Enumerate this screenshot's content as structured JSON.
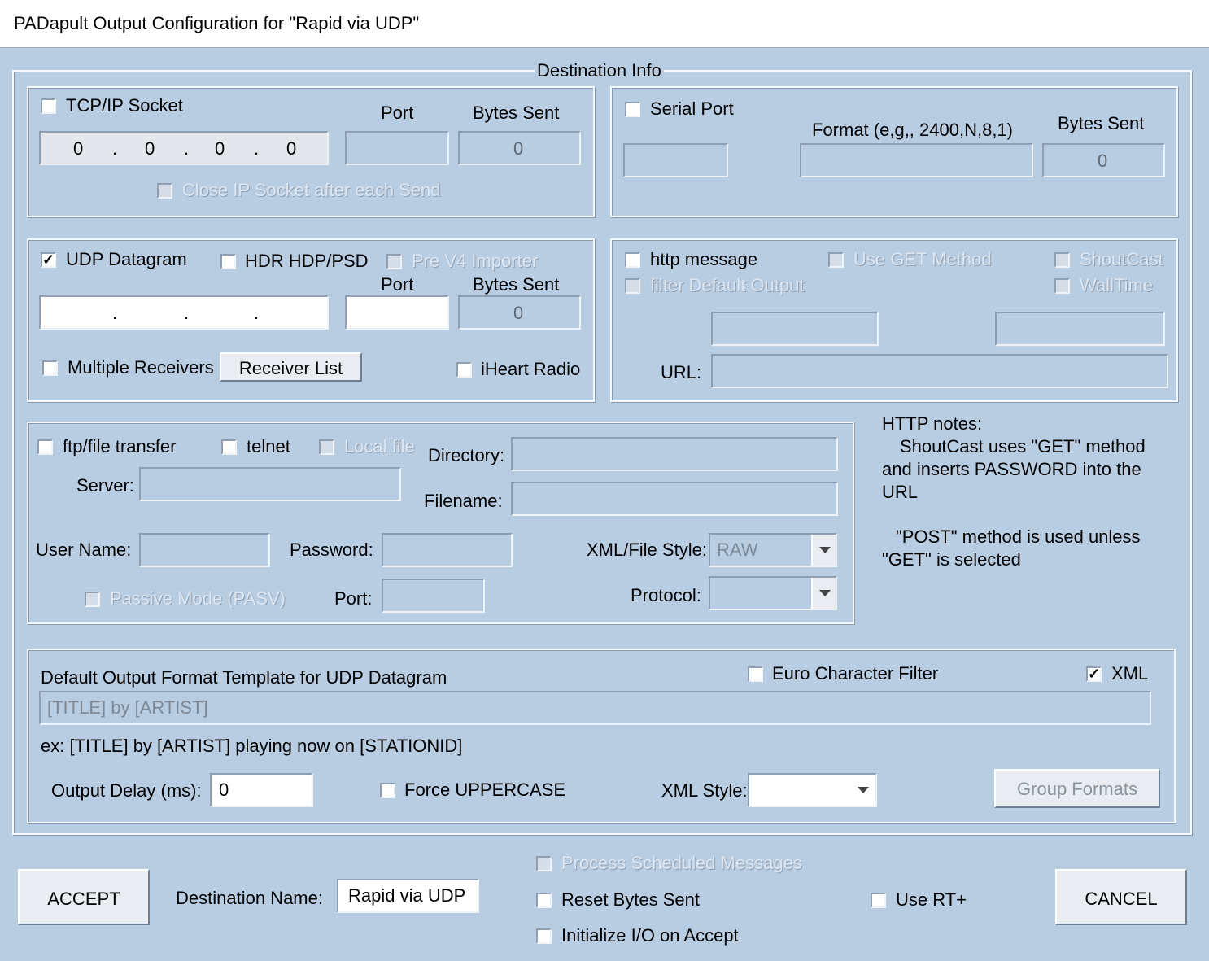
{
  "window": {
    "title": "PADapult Output Configuration for \"Rapid via UDP\""
  },
  "destination_info": {
    "legend": "Destination Info"
  },
  "tcp": {
    "checkbox_label": "TCP/IP Socket",
    "checked": false,
    "ip_octets": [
      "0",
      "0",
      "0",
      "0"
    ],
    "port_label": "Port",
    "bytes_sent_label": "Bytes Sent",
    "bytes_sent": "0",
    "close_label": "Close IP Socket after each Send"
  },
  "serial": {
    "checkbox_label": "Serial Port",
    "format_label": "Format (e,g,, 2400,N,8,1)",
    "bytes_sent_label": "Bytes Sent",
    "bytes_sent": "0"
  },
  "udp": {
    "checkbox_label": "UDP Datagram",
    "checked": true,
    "hdr_label": "HDR HDP/PSD",
    "pre_v4_label": "Pre V4 Importer",
    "port_label": "Port",
    "bytes_sent_label": "Bytes Sent",
    "bytes_sent": "0",
    "ip_dots": [
      ".",
      ".",
      "."
    ],
    "multiple_receivers_label": "Multiple Receivers",
    "receiver_list_button": "Receiver List",
    "iheart_label": "iHeart Radio"
  },
  "http": {
    "checkbox_label": "http message",
    "use_get_label": "Use GET Method",
    "shoutcast_label": "ShoutCast",
    "filter_label": "filter Default Output",
    "walltime_label": "WallTime",
    "url_label": "URL:"
  },
  "ftp": {
    "ftp_label": "ftp/file transfer",
    "telnet_label": "telnet",
    "local_file_label": "Local file",
    "directory_label": "Directory:",
    "server_label": "Server:",
    "filename_label": "Filename:",
    "username_label": "User Name:",
    "password_label": "Password:",
    "xml_file_style_label": "XML/File Style:",
    "xml_file_style_value": "RAW",
    "passive_label": "Passive Mode (PASV)",
    "port_label": "Port:",
    "protocol_label": "Protocol:"
  },
  "http_notes": {
    "title": "HTTP notes:",
    "line1": "ShoutCast uses \"GET\" method",
    "line2": "and inserts PASSWORD into the",
    "line3": "URL",
    "line4": "\"POST\" method is used unless",
    "line5": "\"GET\" is selected"
  },
  "format": {
    "template_label": "Default Output Format Template for UDP Datagram",
    "euro_label": "Euro Character Filter",
    "xml_label": "XML",
    "xml_checked": true,
    "template_value": "[TITLE] by [ARTIST]",
    "example": "ex: [TITLE] by [ARTIST] playing now on [STATIONID]",
    "output_delay_label": "Output Delay (ms):",
    "output_delay_value": "0",
    "force_upper_label": "Force UPPERCASE",
    "xml_style_label": "XML Style:",
    "group_formats_button": "Group Formats"
  },
  "footer": {
    "accept_button": "ACCEPT",
    "destination_name_label": "Destination Name:",
    "destination_name_value": "Rapid via UDP",
    "process_scheduled_label": "Process Scheduled Messages",
    "reset_bytes_label": "Reset Bytes Sent",
    "initialize_label": "Initialize I/O on Accept",
    "use_rt_label": "Use RT+",
    "cancel_button": "CANCEL"
  }
}
